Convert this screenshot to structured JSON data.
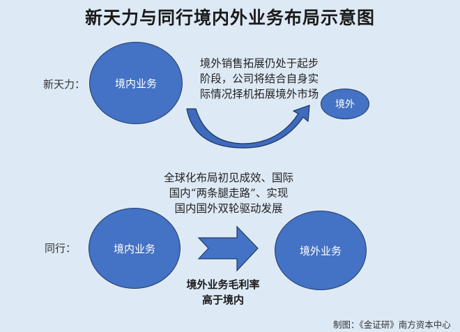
{
  "title": "新天力与同行境内外业务布局示意图",
  "colors": {
    "background": "#dde9f5",
    "shape_fill": "#4472c4",
    "shape_border": "#1f3a6b",
    "shape_text": "#ffffff"
  },
  "row1": {
    "label": "新天力：",
    "source_node": "境内业务",
    "target_node": "境外",
    "connector": "curved-arrow",
    "description_lines": [
      "境外销售拓展仍处于起步",
      "阶段，公司将结合自身实",
      "际情况择机拓展境外市场"
    ]
  },
  "row2": {
    "label": "同行：",
    "source_node": "境内业务",
    "target_node": "境外业务",
    "connector": "chevron-arrow",
    "description_lines": [
      "全球化布局初见成效、国际",
      "国内“两条腿走路”、实现",
      "国内国外双轮驱动发展"
    ],
    "note_lines": [
      "境外业务毛利率",
      "高于境内"
    ]
  },
  "credit": "制图：《金证研》南方资本中心"
}
